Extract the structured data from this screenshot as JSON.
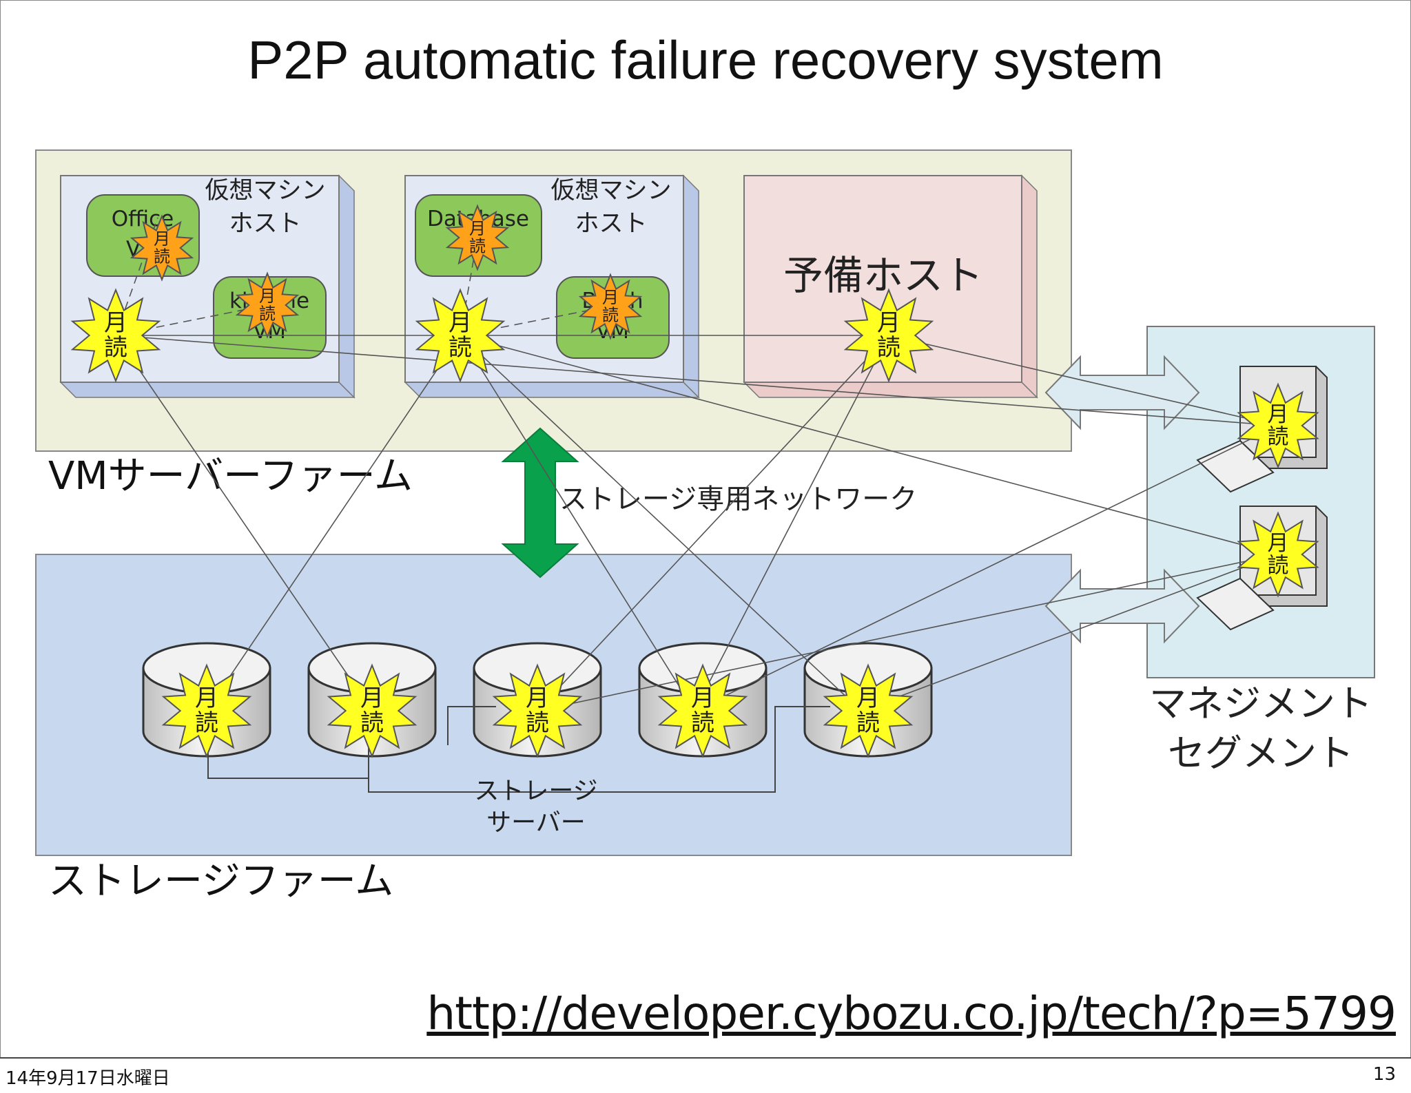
{
  "slide": {
    "title": "P2P automatic failure recovery system",
    "url": "http://developer.cybozu.co.jp/tech/?p=5799",
    "footer_date": "14年9月17日水曜日",
    "page_number": "13"
  },
  "diagram": {
    "vm_farm_label": "VMサーバーファーム",
    "storage_farm_label": "ストレージファーム",
    "storage_network_label": "ストレージ専用ネットワーク",
    "storage_server_label_line1": "ストレージ",
    "storage_server_label_line2": "サーバー",
    "management_label_line1": "マネジメント",
    "management_label_line2": "セグメント",
    "vm_host_label_line1": "仮想マシン",
    "vm_host_label_line2": "ホスト",
    "spare_host_label": "予備ホスト",
    "vm_labels": {
      "office_line1": "Office",
      "office_line2": "VM",
      "kintone_line1": "kintone",
      "kintone_line2": "VM",
      "database_line1": "Database",
      "database_line2": "VM",
      "batch_line1": "Batch",
      "batch_line2": "VM"
    },
    "agent_glyph_top": "月",
    "agent_glyph_bottom": "読"
  },
  "colors": {
    "vm_farm_bg": "#eef0dc",
    "host_bg": "#e3e8f5",
    "host_side": "#b9c8e6",
    "spare_bg": "#f3dede",
    "storage_farm_bg": "#c8d8ef",
    "management_bg": "#d9ecf1",
    "vm_green": "#8cc95a",
    "star_yellow": "#ffff22",
    "star_orange": "#ffa21a",
    "network_arrow": "#0aa14c",
    "link_arrow": "#dceaf1"
  }
}
